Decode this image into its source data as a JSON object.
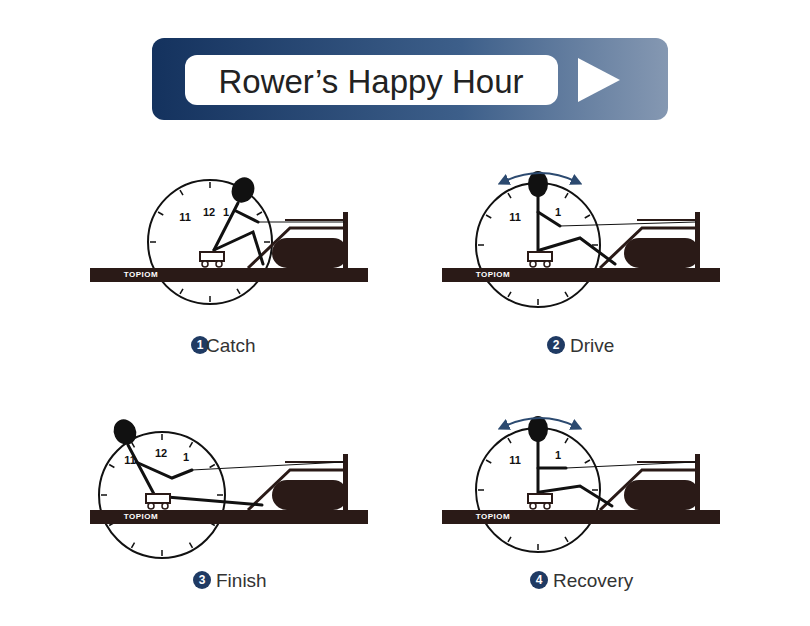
{
  "diagram": {
    "title": "Rower’s Happy Hour",
    "labels": [
      "11",
      "12",
      "1",
      "TOPIOM",
      "1",
      "Catch",
      "11",
      "1",
      "TOPIOM",
      "2",
      "Drive",
      "11",
      "12",
      "1",
      "TOPIOM",
      "3",
      "Finish",
      "11",
      "1",
      "TOPIOM",
      "4",
      "Recovery"
    ]
  }
}
